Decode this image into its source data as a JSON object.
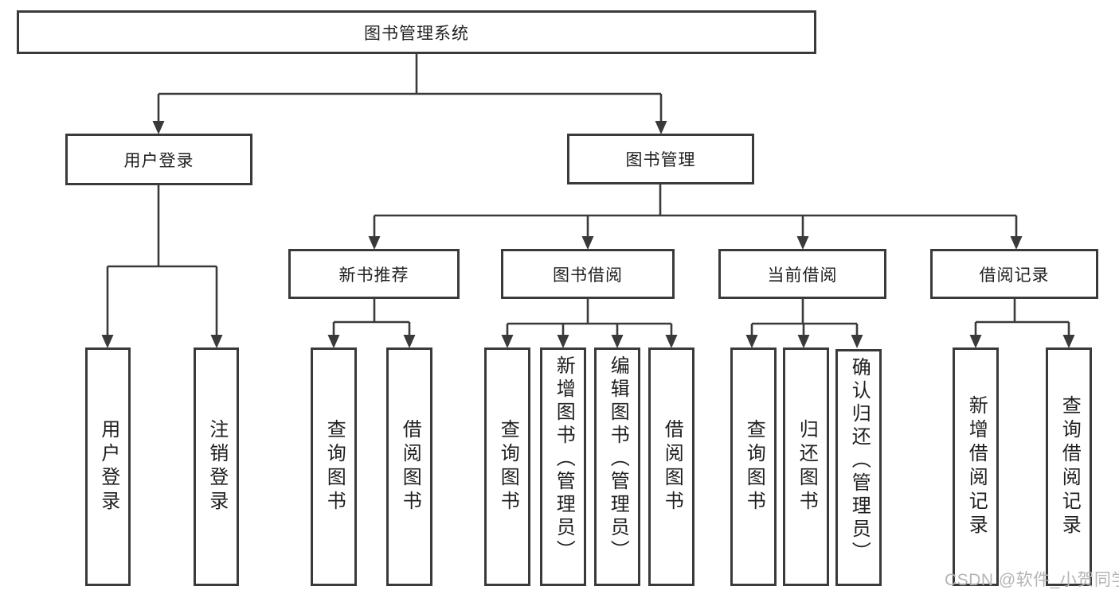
{
  "diagram": {
    "root": {
      "label": "图书管理系统"
    },
    "level2": [
      {
        "id": "user-login",
        "label": "用户登录"
      },
      {
        "id": "book-mgmt",
        "label": "图书管理"
      }
    ],
    "level3": [
      {
        "id": "new-book-recommend",
        "label": "新书推荐"
      },
      {
        "id": "book-borrow",
        "label": "图书借阅"
      },
      {
        "id": "current-borrow",
        "label": "当前借阅"
      },
      {
        "id": "borrow-record",
        "label": "借阅记录"
      }
    ],
    "leaves": {
      "user_login": [
        {
          "label": "用户登录"
        },
        {
          "label": "注销登录"
        }
      ],
      "new_book": [
        {
          "label": "查询图书"
        },
        {
          "label": "借阅图书"
        }
      ],
      "book_borrow": [
        {
          "label": "查询图书"
        },
        {
          "label": "新增图书（管理员）"
        },
        {
          "label": "编辑图书（管理员）"
        },
        {
          "label": "借阅图书"
        }
      ],
      "current_borrow": [
        {
          "label": "查询图书"
        },
        {
          "label": "归还图书"
        },
        {
          "label": "确认归还（管理员）"
        }
      ],
      "borrow_record": [
        {
          "label": "新增借阅记录"
        },
        {
          "label": "查询借阅记录"
        }
      ]
    },
    "watermark": "CSDN @软件_小贺同学",
    "colors": {
      "line": "#3a3a3a",
      "box_border": "#3a3a3a",
      "text": "#1f1f1f",
      "watermark": "#b5b5b5",
      "background": "#ffffff"
    }
  }
}
